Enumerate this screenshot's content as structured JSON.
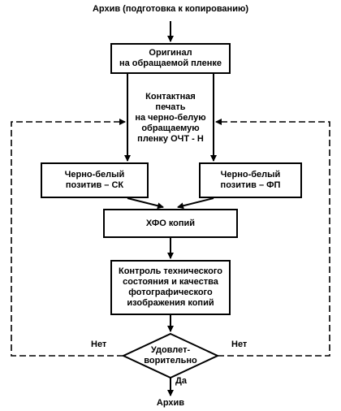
{
  "diagram": {
    "nodes": {
      "archive_top": {
        "lines": [
          "Архив (подготовка к копированию)"
        ]
      },
      "original": {
        "lines": [
          "Оригинал",
          "на обращаемой пленке"
        ]
      },
      "contact_print": {
        "lines": [
          "Контактная",
          "печать",
          "на черно-белую",
          "обращаемую",
          "пленку ОЧТ - Н"
        ]
      },
      "positive_sk": {
        "lines": [
          "Черно-белый",
          "позитив – СК"
        ]
      },
      "positive_fp": {
        "lines": [
          "Черно-белый",
          "позитив – ФП"
        ]
      },
      "hfo": {
        "lines": [
          "ХФО копий"
        ]
      },
      "control": {
        "lines": [
          "Контроль технического",
          "состояния и качества",
          "фотографического",
          "изображения копий"
        ]
      },
      "decision": {
        "lines": [
          "Удовлет-",
          "ворительно"
        ]
      },
      "archive_bottom": {
        "lines": [
          "Архив"
        ]
      }
    },
    "edge_labels": {
      "no_left": "Нет",
      "no_right": "Нет",
      "yes": "Да"
    }
  }
}
